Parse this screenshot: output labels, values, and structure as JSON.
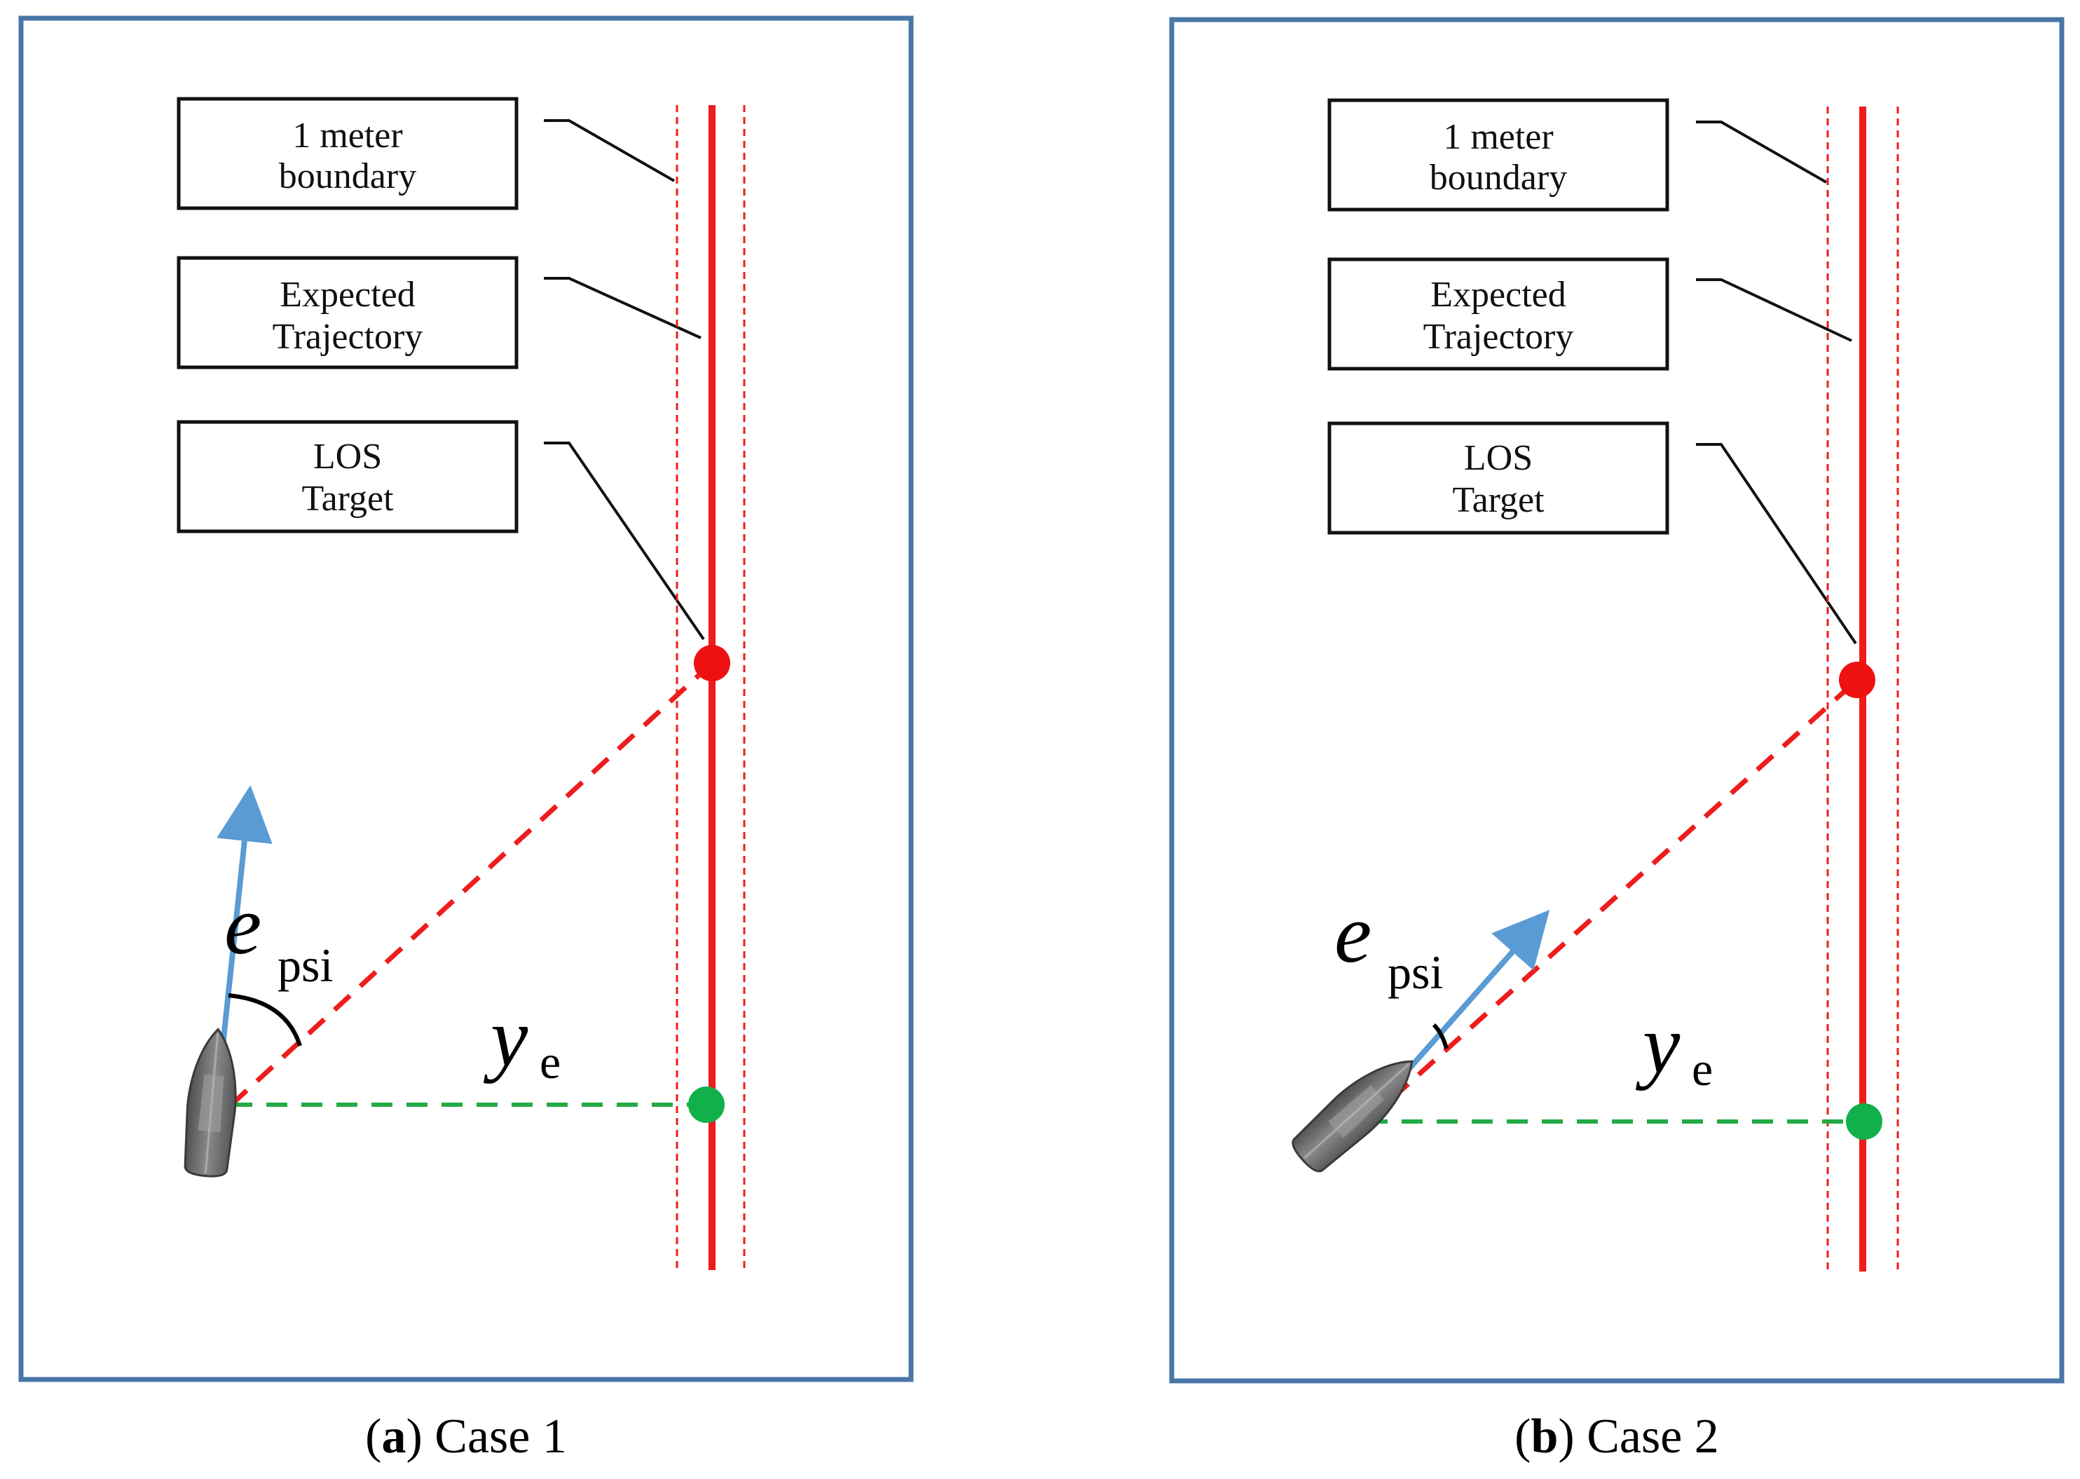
{
  "panels": [
    {
      "id": "a",
      "caption": {
        "open": "(",
        "letter": "a",
        "close": ") Case 1"
      },
      "labels": {
        "boundary": [
          "1 meter",
          "boundary"
        ],
        "trajectory": [
          "Expected",
          "Trajectory"
        ],
        "target": [
          "LOS",
          "Target"
        ]
      },
      "heading_error": {
        "symbol": "e",
        "subscript": "psi"
      },
      "cross_track": {
        "symbol": "y",
        "subscript": "e"
      }
    },
    {
      "id": "b",
      "caption": {
        "open": "(",
        "letter": "b",
        "close": ") Case 2"
      },
      "labels": {
        "boundary": [
          "1 meter",
          "boundary"
        ],
        "trajectory": [
          "Expected",
          "Trajectory"
        ],
        "target": [
          "LOS",
          "Target"
        ]
      },
      "heading_error": {
        "symbol": "e",
        "subscript": "psi"
      },
      "cross_track": {
        "symbol": "y",
        "subscript": "e"
      }
    }
  ],
  "colors": {
    "frame": "#4a77a8",
    "trajectory": "#ee1c1c",
    "los_line": "#ee1c1c",
    "cross_track_line": "#22aa44",
    "heading_arrow": "#5b9bd5",
    "target_dot": "#ee1111",
    "projection_dot": "#11b04b",
    "boat": "#6a6a6a"
  },
  "icons": {
    "boat": "boat-icon"
  }
}
